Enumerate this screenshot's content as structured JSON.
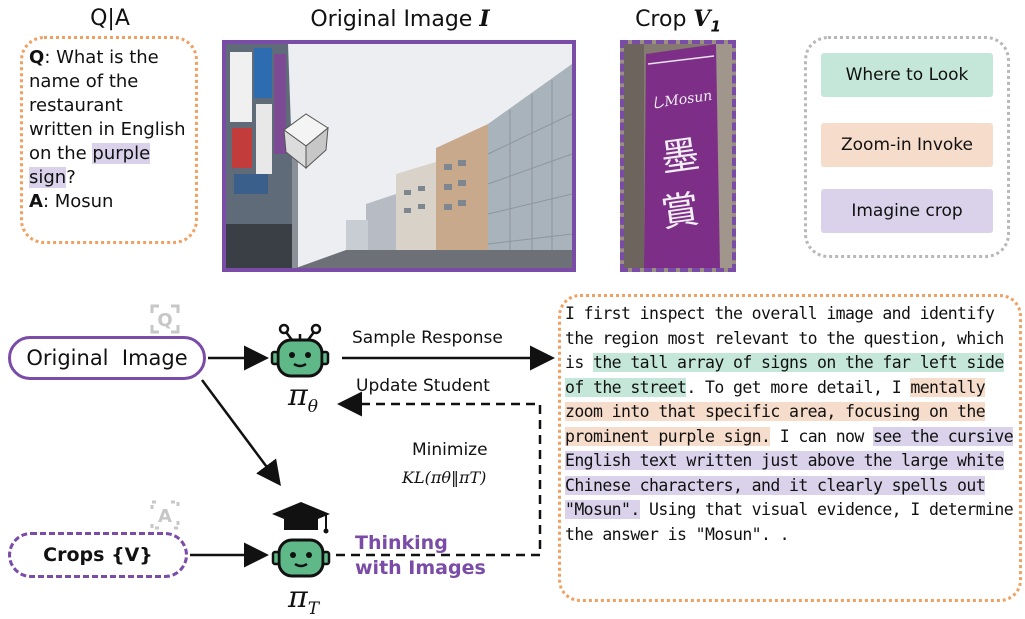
{
  "headers": {
    "qa": "Q|A",
    "original_prefix": "Original Image ",
    "original_symbol": "I",
    "crop_prefix": "Crop ",
    "crop_symbol": "V",
    "crop_subscript": "1"
  },
  "qa_box": {
    "q_label": "Q",
    "question_part1": ": What is the name of the restaurant written in English on the ",
    "question_highlight": "purple sign",
    "question_end": "?",
    "a_label": "A",
    "answer": ": Mosun"
  },
  "crop_sign": {
    "english_text": "しMosun",
    "chinese_chars": [
      "墨",
      "賞"
    ]
  },
  "legend": {
    "items": [
      {
        "label": "Where to Look",
        "color": "#c5e7d9"
      },
      {
        "label": "Zoom-in Invoke",
        "color": "#f6dccb"
      },
      {
        "label": "Imagine crop",
        "color": "#d9d2ea"
      }
    ]
  },
  "flow": {
    "q_badge": "Q",
    "a_badge": "A",
    "original_image_label": "Original  Image",
    "crops_label": "Crops {V}",
    "sample_response": "Sample Response",
    "update_student": "Update Student",
    "minimize": "Minimize",
    "kl_expr": "KL(πθ‖πT)",
    "policy_student": "π",
    "policy_student_sub": "θ",
    "policy_teacher": "π",
    "policy_teacher_sub": "T",
    "thinking_line1": "Thinking",
    "thinking_line2": "with Images"
  },
  "response": {
    "seg1": "I first inspect the overall image and identify the region most relevant to the question, which is ",
    "seg2_teal": "the tall array of signs on the far left side of the street",
    "seg3": ". To get more detail, I ",
    "seg4_orange": "mentally zoom into that specific area, focusing on the prominent purple sign.",
    "seg5": " I can now ",
    "seg6_purple": "see the cursive English text written just above the large white Chinese characters, and it clearly spells out \"Mosun\".",
    "seg7": " Using that visual evidence, I determine the answer is \"Mosun\". ."
  },
  "colors": {
    "purple": "#7a4ca8",
    "orange": "#f0a060",
    "robot_green": "#5fb887",
    "teal_highlight": "#c5e7d9",
    "orange_highlight": "#f6dccb",
    "purple_highlight": "#d9d2ea"
  },
  "icons": [
    "robot-icon",
    "graduation-cap-icon",
    "q-badge-icon",
    "a-badge-icon"
  ]
}
